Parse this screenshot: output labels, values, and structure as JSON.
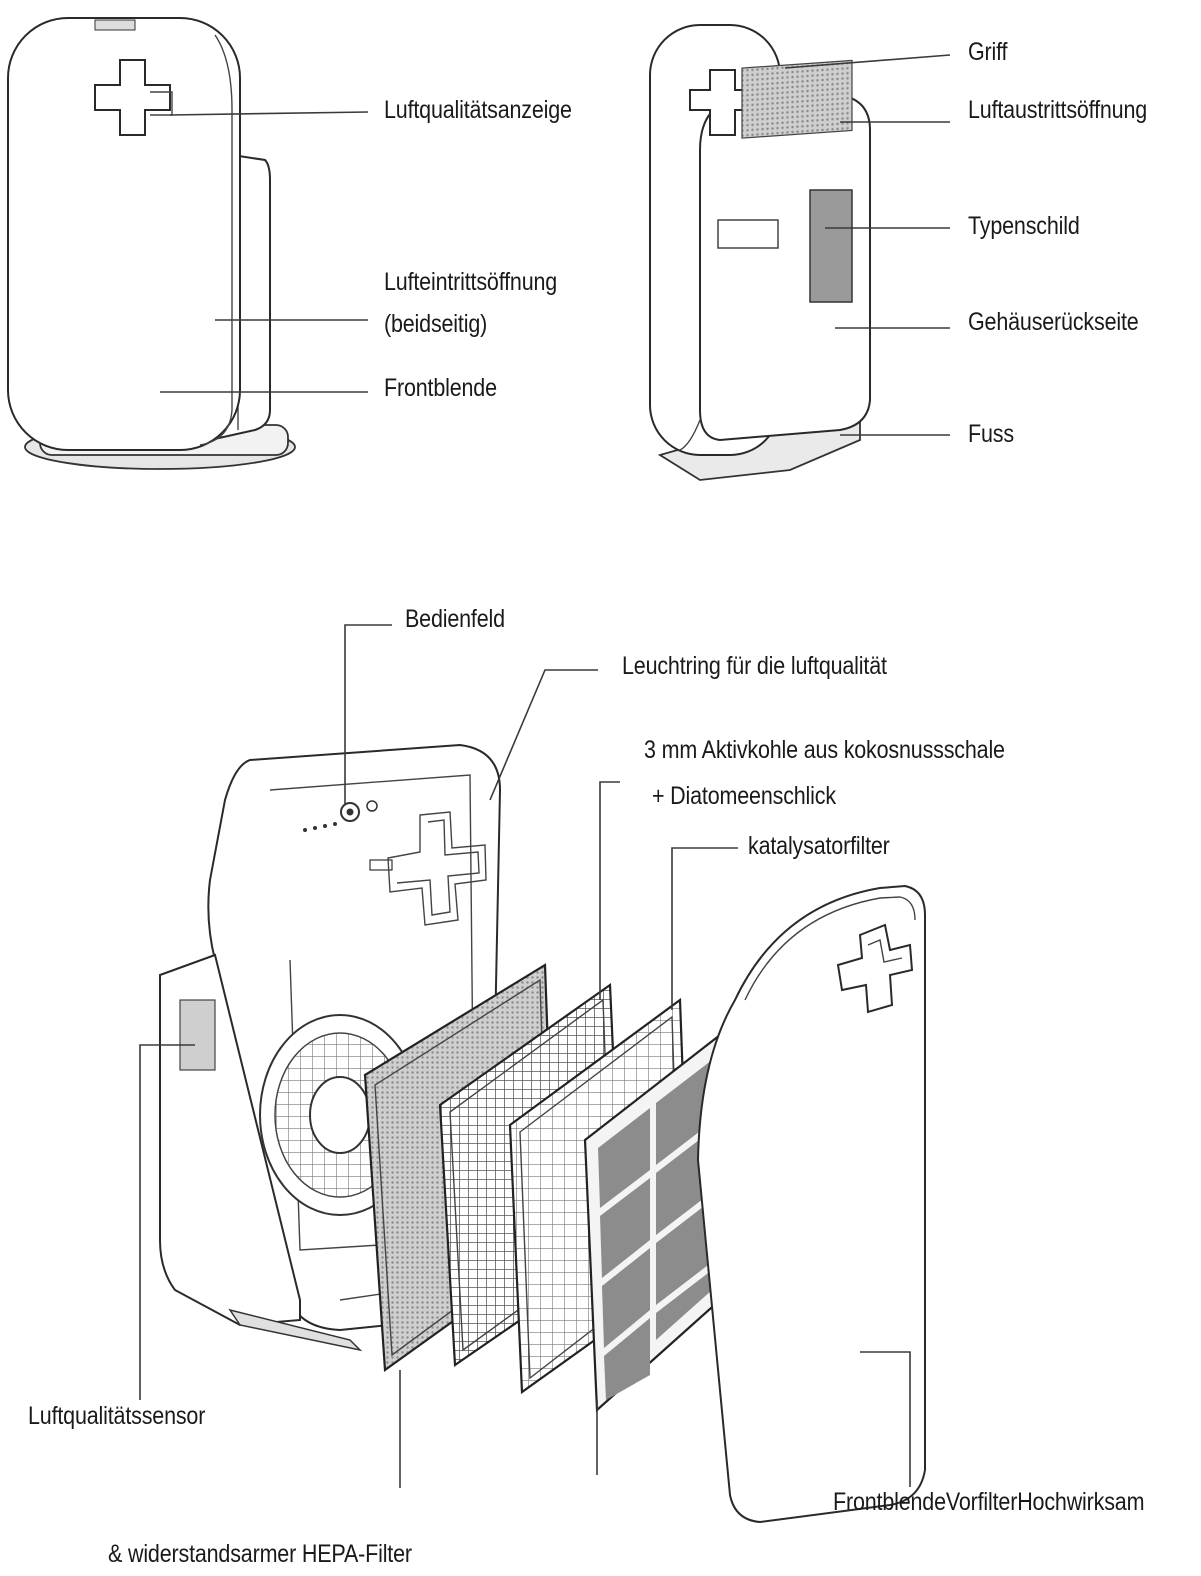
{
  "top_left_labels": {
    "air_quality_indicator": "Luftqualitätsanzeige",
    "air_inlet_line1": "Lufteintrittsöffnung",
    "air_inlet_line2": "(beidseitig)",
    "front_panel": "Frontblende"
  },
  "top_right_labels": {
    "handle": "Griff",
    "air_outlet": "Luftaustrittsöffnung",
    "type_plate": "Typenschild",
    "housing_back": "Gehäuserückseite",
    "foot": "Fuss"
  },
  "exploded_labels": {
    "control_panel": "Bedienfeld",
    "light_ring": "Leuchtring für die luftqualität",
    "carbon_line1": "3 mm Aktivkohle aus kokosnussschale",
    "carbon_line2": "+ Diatomeenschlick",
    "catalyst": "katalysatorfilter",
    "sensor": "Luftqualitätssensor",
    "bottom_right": "FrontblendeVorfilterHochwirksam",
    "hepa": "& widerstandsarmer HEPA-Filter"
  }
}
